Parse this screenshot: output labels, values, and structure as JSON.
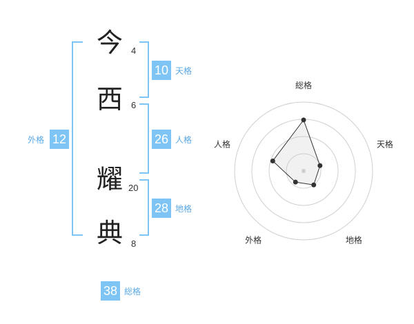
{
  "colors": {
    "accent": "#7ec5f6",
    "label": "#5aa9e6",
    "text": "#222222"
  },
  "characters": [
    {
      "char": "今",
      "strokes": "4"
    },
    {
      "char": "西",
      "strokes": "6"
    },
    {
      "char": "耀",
      "strokes": "20"
    },
    {
      "char": "典",
      "strokes": "8"
    }
  ],
  "fortunes": {
    "tenkaku": {
      "value": "10",
      "label": "天格"
    },
    "jinkaku": {
      "value": "26",
      "label": "人格"
    },
    "chikaku": {
      "value": "28",
      "label": "地格"
    },
    "gaikaku": {
      "value": "12",
      "label": "外格"
    },
    "soukaku": {
      "value": "38",
      "label": "総格"
    }
  },
  "chart_data": {
    "type": "radar",
    "axes": [
      "総格",
      "天格",
      "地格",
      "外格",
      "人格"
    ],
    "values": [
      0.74,
      0.25,
      0.25,
      0.2,
      0.47
    ],
    "rings": 4
  }
}
